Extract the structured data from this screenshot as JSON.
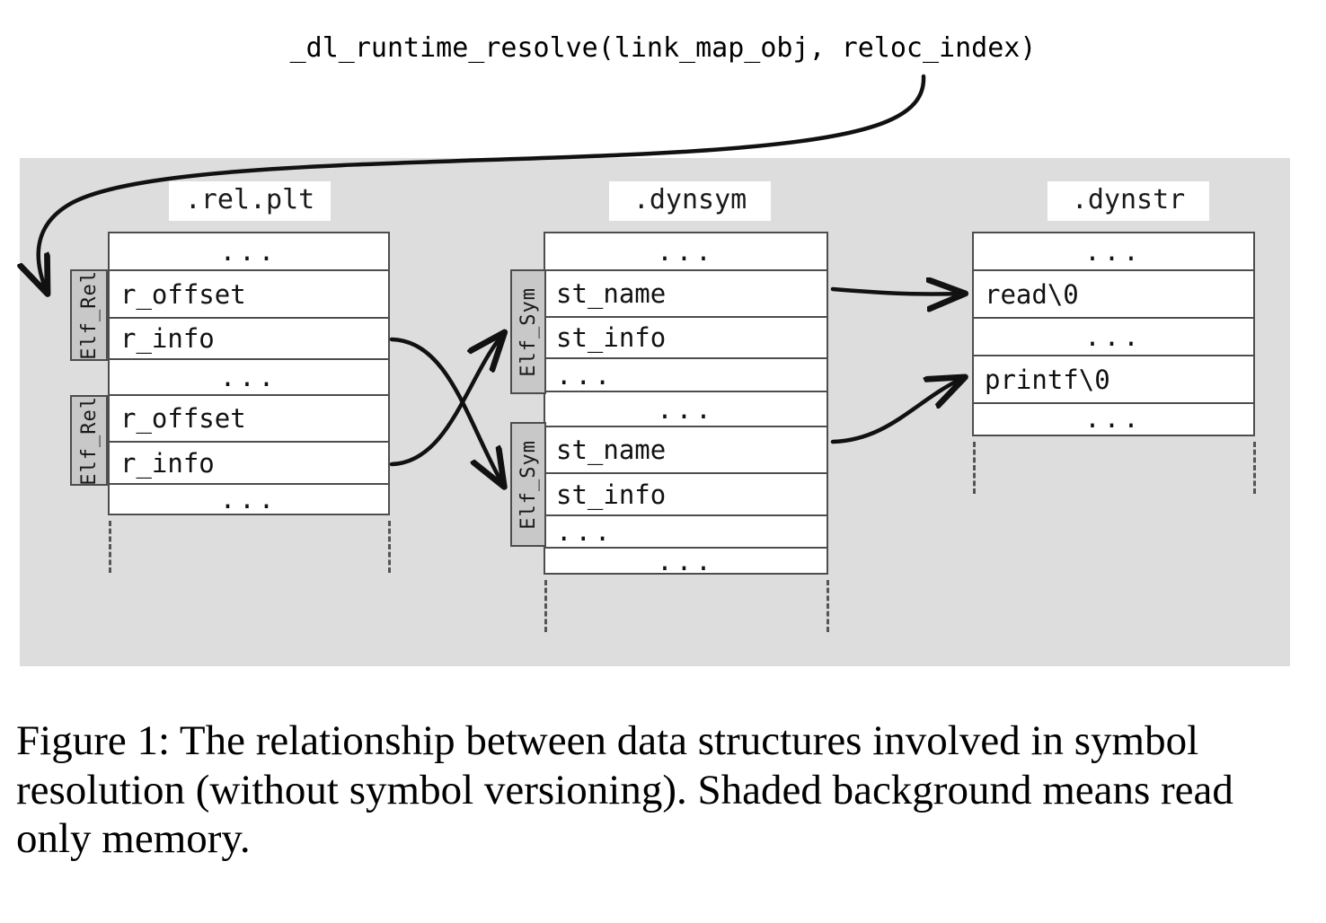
{
  "figure": {
    "caller_signature": "_dl_runtime_resolve(link_map_obj, reloc_index)",
    "caption": "Figure 1: The relationship between data structures involved in symbol resolution (without symbol versioning). Shaded background means read only memory.",
    "shaded_meaning": "read only memory",
    "colors": {
      "shaded_background": "#dddddd",
      "struct_tag_fill": "#c8c8c8",
      "border": "#4d4d4d",
      "page_background": "#ffffff",
      "text": "#111111"
    }
  },
  "sections": {
    "relplt": {
      "label": ".rel.plt",
      "rows": [
        {
          "text": "...",
          "align": "center"
        },
        {
          "text": "r_offset",
          "align": "left"
        },
        {
          "text": "r_info",
          "align": "left"
        },
        {
          "text": "...",
          "align": "center"
        },
        {
          "text": "r_offset",
          "align": "left"
        },
        {
          "text": "r_info",
          "align": "left"
        },
        {
          "text": "...",
          "align": "center"
        }
      ],
      "struct_tags": [
        {
          "label": "Elf_Rel"
        },
        {
          "label": "Elf_Rel"
        }
      ]
    },
    "dynsym": {
      "label": ".dynsym",
      "rows": [
        {
          "text": "...",
          "align": "center"
        },
        {
          "text": "st_name",
          "align": "left"
        },
        {
          "text": "st_info",
          "align": "left"
        },
        {
          "text": "...",
          "align": "left"
        },
        {
          "text": "...",
          "align": "center"
        },
        {
          "text": "st_name",
          "align": "left"
        },
        {
          "text": "st_info",
          "align": "left"
        },
        {
          "text": "...",
          "align": "left"
        },
        {
          "text": "...",
          "align": "center"
        }
      ],
      "struct_tags": [
        {
          "label": "Elf_Sym"
        },
        {
          "label": "Elf_Sym"
        }
      ]
    },
    "dynstr": {
      "label": ".dynstr",
      "rows": [
        {
          "text": "...",
          "align": "center"
        },
        {
          "text": "read\\0",
          "align": "left"
        },
        {
          "text": "...",
          "align": "center"
        },
        {
          "text": "printf\\0",
          "align": "left"
        },
        {
          "text": "...",
          "align": "center"
        }
      ]
    }
  },
  "arrows": [
    {
      "name": "resolve-entry-arrow",
      "from": "_dl_runtime_resolve",
      "to": "rel.plt Elf_Rel[0]"
    },
    {
      "name": "relplt0-to-dynsym1-arrow",
      "from": ".rel.plt r_info (first)",
      "to": ".dynsym Elf_Sym (second)"
    },
    {
      "name": "relplt1-to-dynsym0-arrow",
      "from": ".rel.plt r_info (second)",
      "to": ".dynsym Elf_Sym (first)"
    },
    {
      "name": "dynsym0-to-read-arrow",
      "from": ".dynsym st_name (first)",
      "to": ".dynstr read\\0"
    },
    {
      "name": "dynsym1-to-printf-arrow",
      "from": ".dynsym st_name (second)",
      "to": ".dynstr printf\\0"
    }
  ]
}
